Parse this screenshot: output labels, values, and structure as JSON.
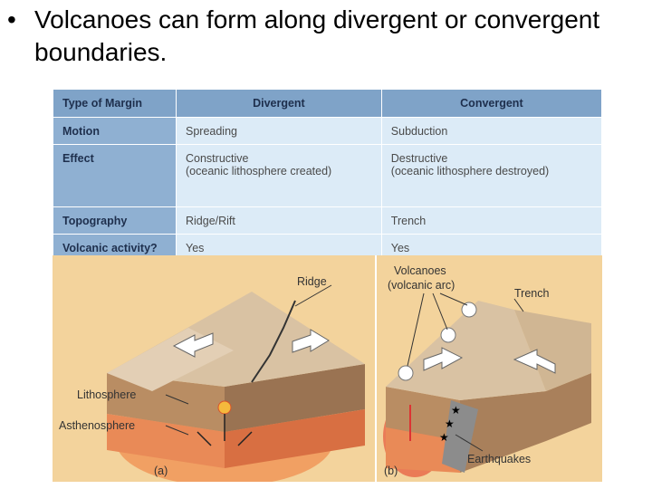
{
  "slide": {
    "bullet_symbol": "•",
    "bullet_text": "Volcanoes can form along divergent or convergent boundaries."
  },
  "table": {
    "headers": [
      "Type of Margin",
      "Divergent",
      "Convergent"
    ],
    "rows": [
      {
        "label": "Motion",
        "divergent": "Spreading",
        "convergent": "Subduction"
      },
      {
        "label": "Effect",
        "divergent": "Constructive\n(oceanic lithosphere created)",
        "convergent": "Destructive\n(oceanic lithosphere destroyed)"
      },
      {
        "label": "Topography",
        "divergent": "Ridge/Rift",
        "convergent": "Trench"
      },
      {
        "label": "Volcanic activity?",
        "divergent": "Yes",
        "convergent": "Yes"
      }
    ]
  },
  "diagram": {
    "labels": {
      "ridge": "Ridge",
      "lithosphere": "Lithosphere",
      "asthenosphere": "Asthenosphere",
      "panel_a": "(a)",
      "volcanoes_line1": "Volcanoes",
      "volcanoes_line2": "(volcanic arc)",
      "trench": "Trench",
      "earthquakes": "Earthquakes",
      "panel_b": "(b)"
    }
  },
  "colors": {
    "header_blue": "#7fa3c8",
    "cell_blue": "#dcebf7",
    "diagram_bg": "#f3d39c"
  }
}
